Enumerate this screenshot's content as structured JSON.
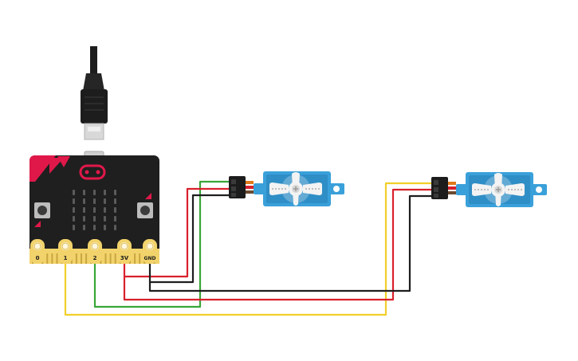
{
  "board": {
    "pins": [
      {
        "label": "0"
      },
      {
        "label": "1"
      },
      {
        "label": "2"
      },
      {
        "label": "3V"
      },
      {
        "label": "GND"
      }
    ],
    "body_color": "#1f1f1f",
    "accent_color": "#e0184a",
    "pad_color": "#f2d36b"
  },
  "servos": [
    {
      "body_color": "#3aa0da"
    },
    {
      "body_color": "#3aa0da"
    }
  ],
  "wires": {
    "power": "#d9202c",
    "ground": "#1e1e1e",
    "signal_a": "#3aa639",
    "signal_b": "#f2cf2a"
  },
  "icons": [
    "usb-cable-icon",
    "microbit-board-icon",
    "servo-motor-icon"
  ]
}
